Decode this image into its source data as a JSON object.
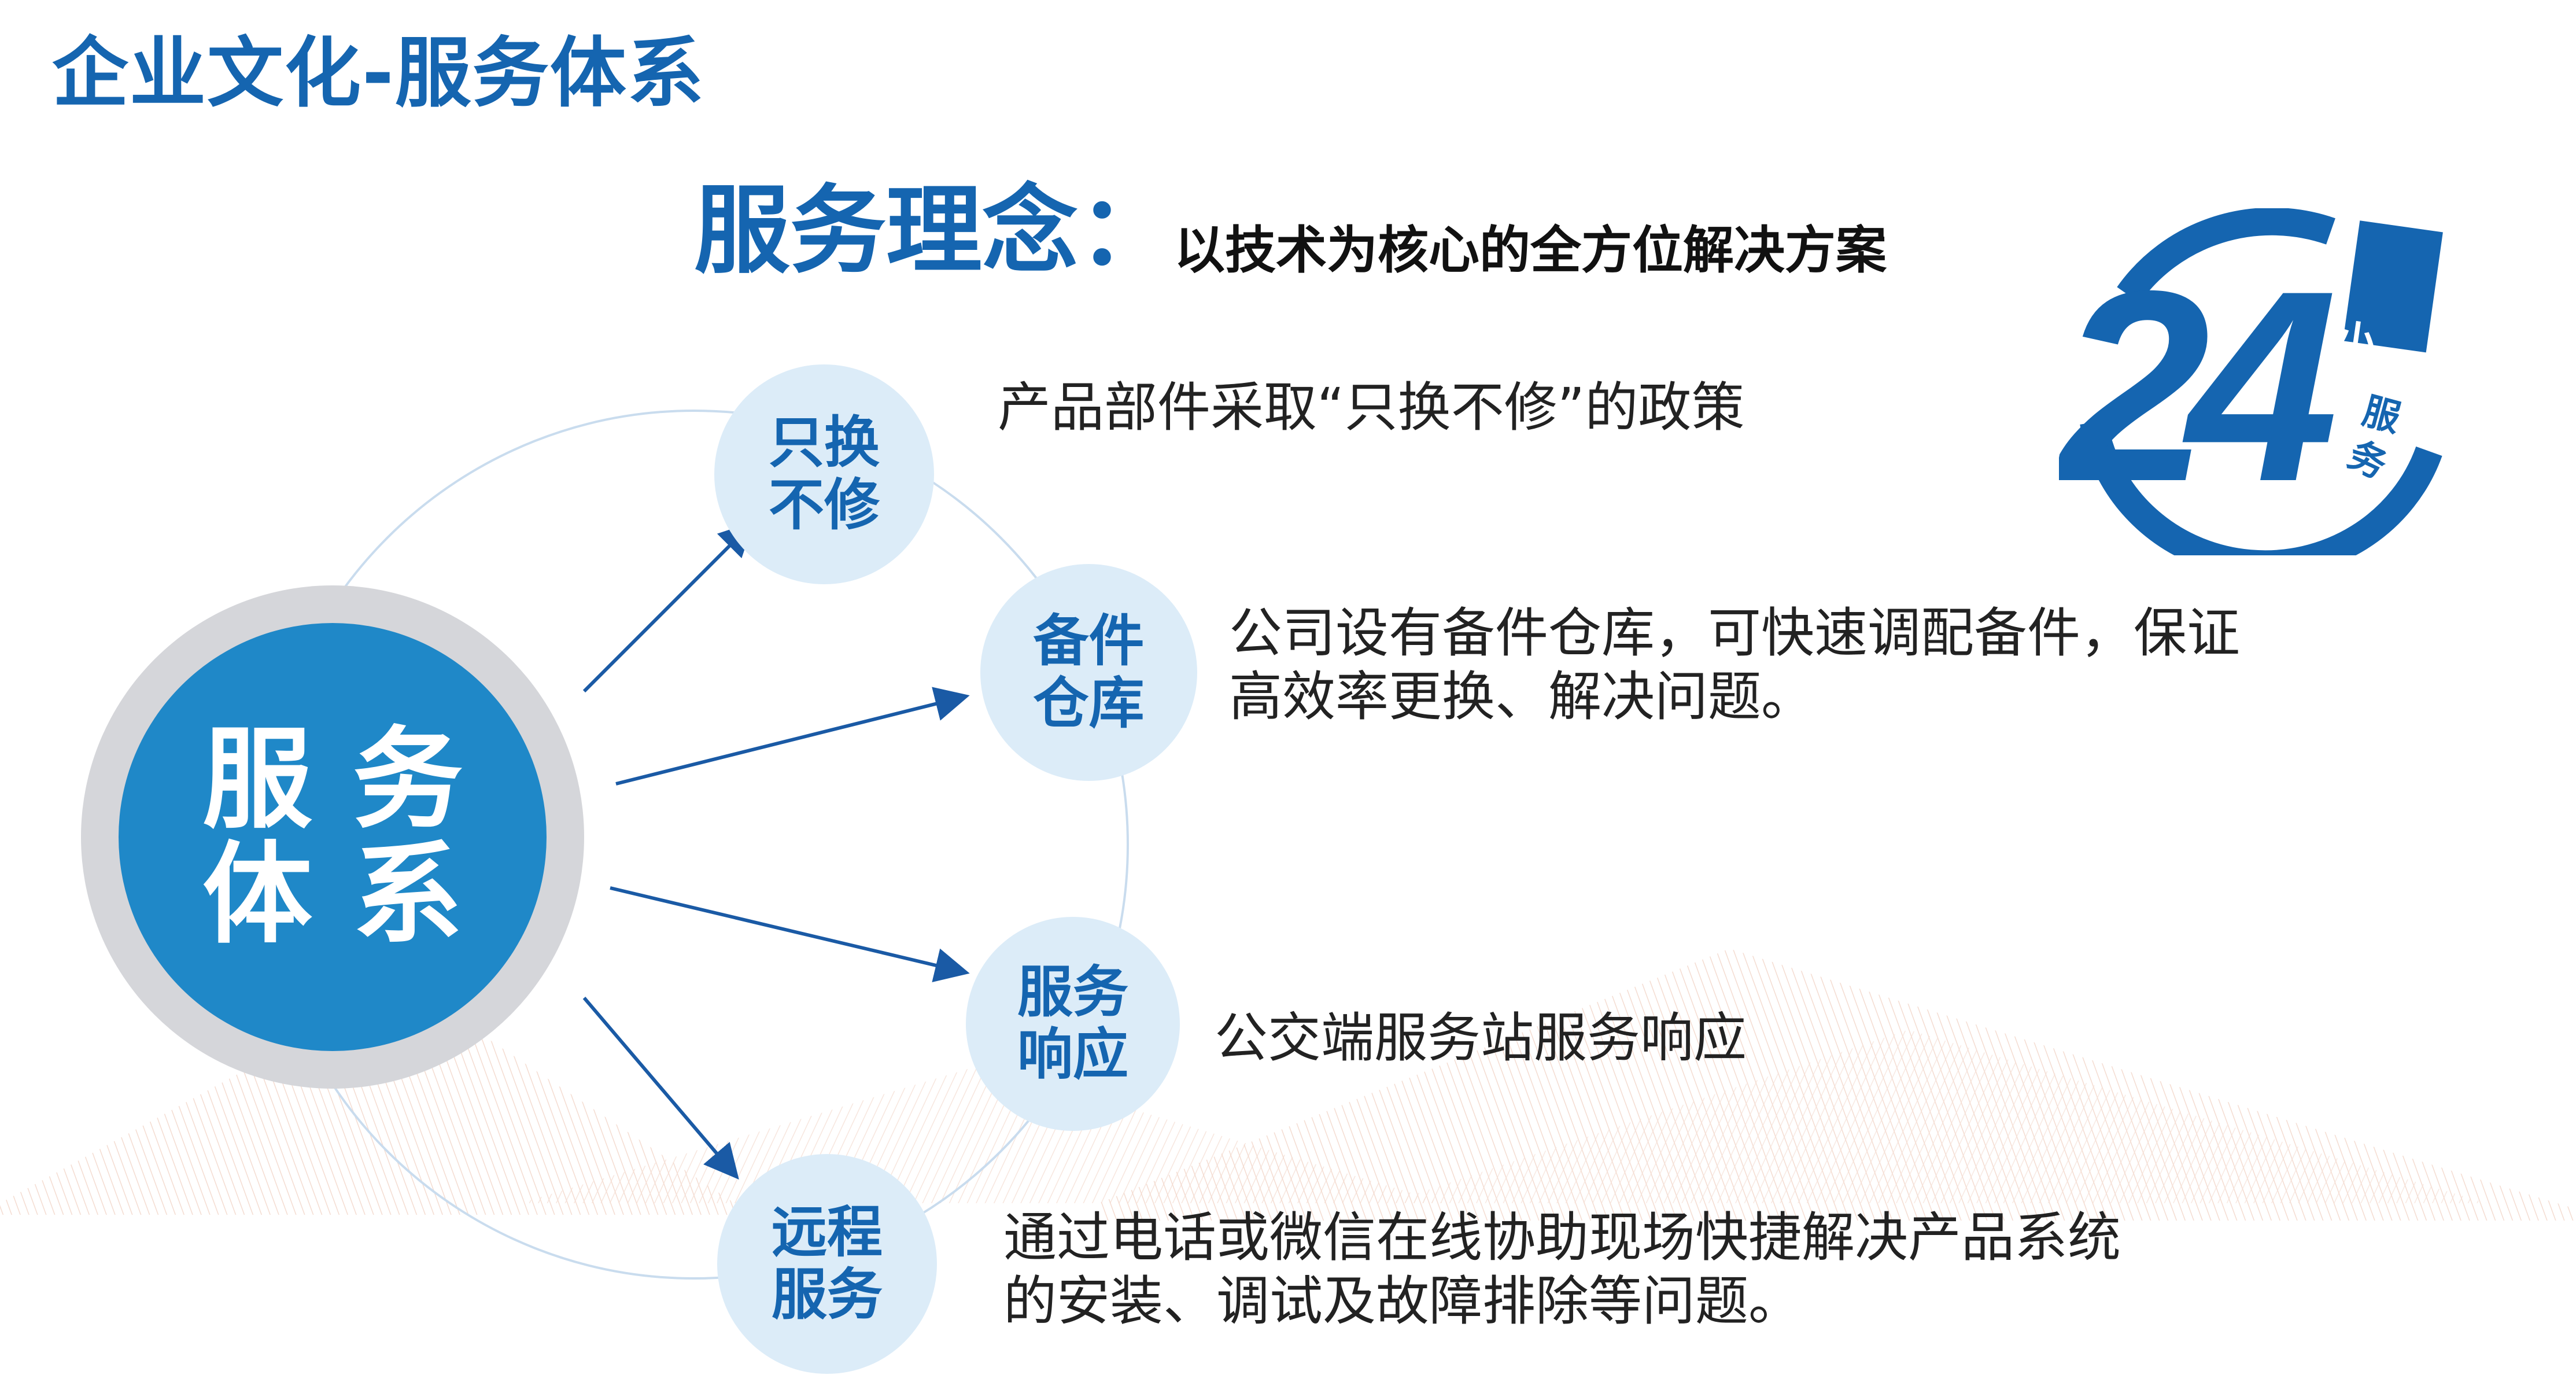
{
  "header": {
    "title": "企业文化-服务体系"
  },
  "concept": {
    "label": "服务理念：",
    "text": "以技术为核心的全方位解决方案"
  },
  "hub": {
    "line1": "服务",
    "line2": "体系"
  },
  "items": [
    {
      "label_line1": "只换",
      "label_line2": "不修",
      "desc_line1": "产品部件采取“只换不修”的政策",
      "desc_line2": ""
    },
    {
      "label_line1": "备件",
      "label_line2": "仓库",
      "desc_line1": "公司设有备件仓库，可快速调配备件，保证",
      "desc_line2": "高效率更换、解决问题。"
    },
    {
      "label_line1": "服务",
      "label_line2": "响应",
      "desc_line1": "公交端服务站服务响应",
      "desc_line2": ""
    },
    {
      "label_line1": "远程",
      "label_line2": "服务",
      "desc_line1": "通过电话或微信在线协助现场快捷解决产品系统",
      "desc_line2": "的安装、调试及故障排除等问题。"
    }
  ],
  "badge": {
    "number": "24",
    "top_text": "小时",
    "bottom_text_1": "服",
    "bottom_text_2": "务"
  },
  "colors": {
    "brand_blue": "#1565b0",
    "hub_blue": "#1f88c8",
    "hub_ring": "#d5d6da",
    "node_bg": "#dcecf8",
    "arrow": "#1a5aa5",
    "text": "#222222"
  }
}
